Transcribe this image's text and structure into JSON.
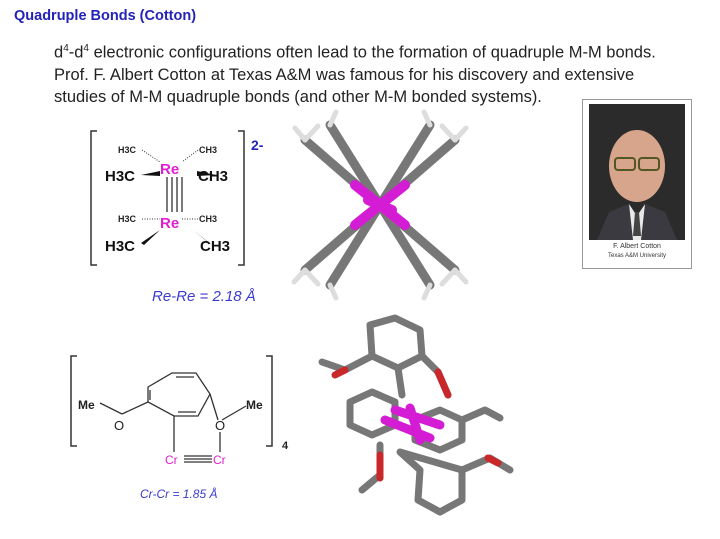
{
  "title": "Quadruple Bonds (Cotton)",
  "intro": {
    "d1": "d",
    "sup1": "4",
    "dash": "-d",
    "sup2": "4",
    "line1_rest": " electronic configurations often lead to the formation of quadruple M-M bonds.",
    "line2": "Prof. F. Albert Cotton at Texas A&M was famous for his discovery and extensive",
    "line3": "studies of M-M quadruple bonds (and other M-M bonded systems)."
  },
  "re_complex": {
    "metal": "Re",
    "h3c": "H3C",
    "ch3": "CH3",
    "charge": "2-",
    "bond_label": "Re-Re = 2.18 Å"
  },
  "cr_complex": {
    "metal": "Cr",
    "oxygen": "O",
    "methyl": "Me",
    "subscript": "4",
    "bond_label": "Cr-Cr = 1.85 Å"
  },
  "photo": {
    "name": "F. Albert Cotton",
    "affiliation": "Texas A&M University"
  },
  "colors": {
    "title": "#2323b8",
    "metal": "#e020d0",
    "label": "#3a3ad0"
  }
}
